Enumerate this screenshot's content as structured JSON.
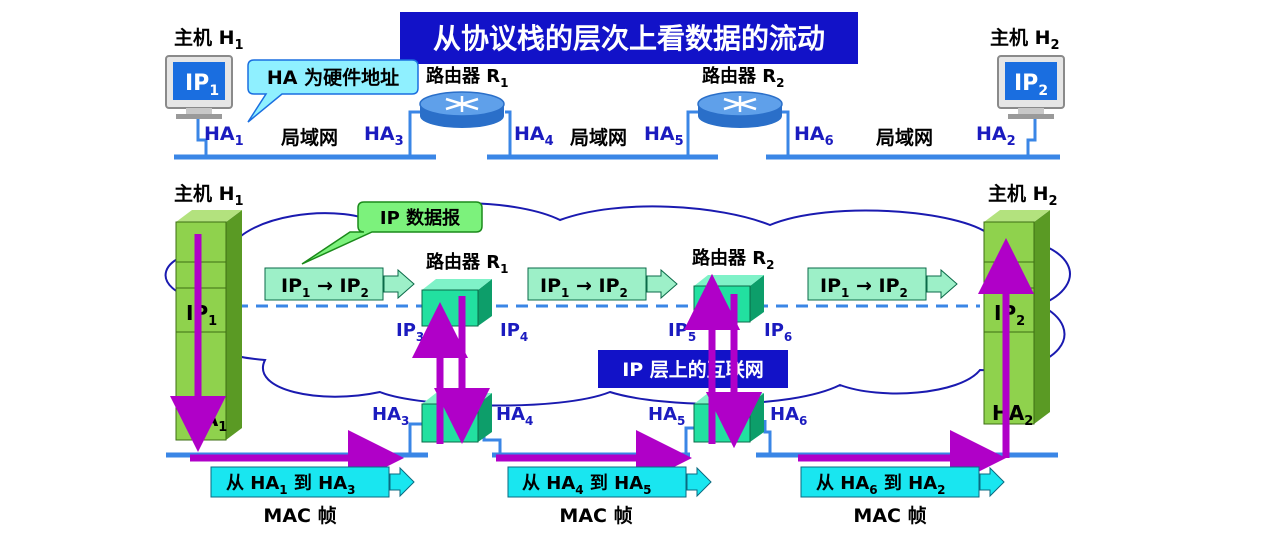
{
  "title": "从协议栈的层次上看数据的流动",
  "colors": {
    "title_bg": "#1212c8",
    "link_blue": "#3a86e6",
    "label_blue": "#1b1bbf",
    "stack_green": "#8fd24d",
    "router_green": "#22e0a0",
    "arrow_purple": "#b000c8",
    "frame_cyan": "#19e6f0",
    "ip_box_green": "#9df0c8",
    "callout_cyan": "#8ff0ff",
    "callout_green": "#7cf27c",
    "cloud_outline": "#1a1ab0"
  },
  "top": {
    "host1": {
      "name": "主机 H",
      "sub": "1",
      "screen_main": "IP",
      "screen_sub": "1"
    },
    "host2": {
      "name": "主机 H",
      "sub": "2",
      "screen_main": "IP",
      "screen_sub": "2"
    },
    "router1": {
      "name": "路由器 R",
      "sub": "1"
    },
    "router2": {
      "name": "路由器 R",
      "sub": "2"
    },
    "callout": "HA 为硬件地址",
    "lans": [
      "局域网",
      "局域网",
      "局域网"
    ],
    "ha": [
      {
        "main": "HA",
        "sub": "1"
      },
      {
        "main": "HA",
        "sub": "3"
      },
      {
        "main": "HA",
        "sub": "4"
      },
      {
        "main": "HA",
        "sub": "5"
      },
      {
        "main": "HA",
        "sub": "6"
      },
      {
        "main": "HA",
        "sub": "2"
      }
    ]
  },
  "bottom": {
    "host1": {
      "name": "主机 H",
      "sub": "1",
      "ip_main": "IP",
      "ip_sub": "1",
      "ha_main": "HA",
      "ha_sub": "1"
    },
    "host2": {
      "name": "主机 H",
      "sub": "2",
      "ip_main": "IP",
      "ip_sub": "2",
      "ha_main": "HA",
      "ha_sub": "2"
    },
    "router1": {
      "name": "路由器 R",
      "sub": "1",
      "ip_left": {
        "main": "IP",
        "sub": "3"
      },
      "ip_right": {
        "main": "IP",
        "sub": "4"
      },
      "ha_left": {
        "main": "HA",
        "sub": "3"
      },
      "ha_right": {
        "main": "HA",
        "sub": "4"
      }
    },
    "router2": {
      "name": "路由器 R",
      "sub": "2",
      "ip_left": {
        "main": "IP",
        "sub": "5"
      },
      "ip_right": {
        "main": "IP",
        "sub": "6"
      },
      "ha_left": {
        "main": "HA",
        "sub": "5"
      },
      "ha_right": {
        "main": "HA",
        "sub": "6"
      }
    },
    "datagram_callout": "IP 数据报",
    "internet_label": "IP 层上的互联网",
    "ip_arrows": [
      {
        "src": "IP",
        "src_sub": "1",
        "arrow": "→",
        "dst": "IP",
        "dst_sub": "2"
      },
      {
        "src": "IP",
        "src_sub": "1",
        "arrow": "→",
        "dst": "IP",
        "dst_sub": "2"
      },
      {
        "src": "IP",
        "src_sub": "1",
        "arrow": "→",
        "dst": "IP",
        "dst_sub": "2"
      }
    ],
    "frames": [
      {
        "pre": "从 HA",
        "a_sub": "1",
        "mid": " 到 HA",
        "b_sub": "3",
        "caption": "MAC 帧"
      },
      {
        "pre": "从 HA",
        "a_sub": "4",
        "mid": " 到 HA",
        "b_sub": "5",
        "caption": "MAC 帧"
      },
      {
        "pre": "从 HA",
        "a_sub": "6",
        "mid": " 到 HA",
        "b_sub": "2",
        "caption": "MAC 帧"
      }
    ]
  }
}
